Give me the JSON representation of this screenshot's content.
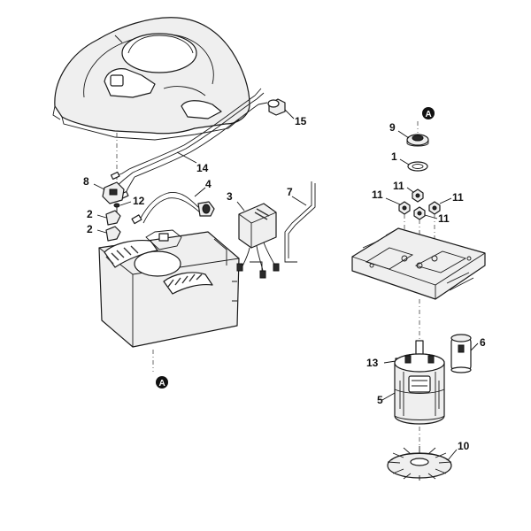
{
  "diagram": {
    "callouts": {
      "c1": "1",
      "c2a": "2",
      "c2b": "2",
      "c3": "3",
      "c4": "4",
      "c5": "5",
      "c6": "6",
      "c7": "7",
      "c8": "8",
      "c9": "9",
      "c10": "10",
      "c11a": "11",
      "c11b": "11",
      "c11c": "11",
      "c11d": "11",
      "c12": "12",
      "c13": "13",
      "c14": "14",
      "c15": "15"
    },
    "references": {
      "ref_top": "A",
      "ref_bottom": "A"
    }
  }
}
